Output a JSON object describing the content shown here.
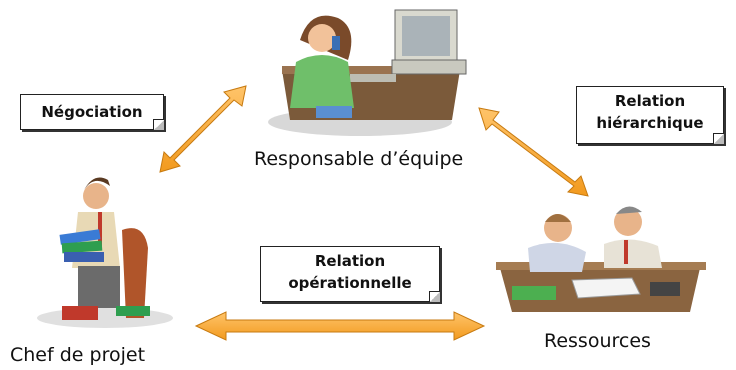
{
  "nodes": {
    "team_lead": "Responsable d’équipe",
    "project_manager": "Chef de projet",
    "resources": "Ressources"
  },
  "relations": {
    "negotiation": [
      "Négociation"
    ],
    "hierarchical": [
      "Relation",
      "hiérarchique"
    ],
    "operational": [
      "Relation",
      "opérationnelle"
    ]
  },
  "colors": {
    "arrow": "#f5a623",
    "arrow_stroke": "#c77a10",
    "note_border": "#222222"
  },
  "icons": [
    "woman-at-computer-icon",
    "man-with-binders-icon",
    "two-men-meeting-icon"
  ]
}
